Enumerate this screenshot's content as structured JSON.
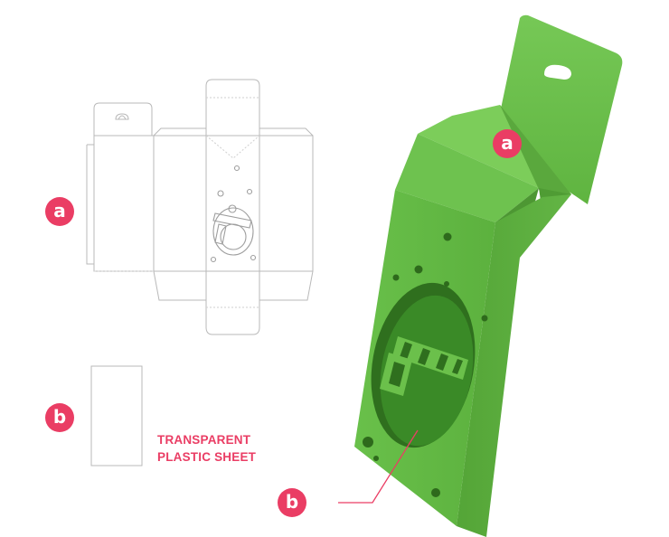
{
  "labels": {
    "a": "a",
    "b": "b"
  },
  "caption": {
    "line1": "TRANSPARENT",
    "line2": "PLASTIC SHEET"
  },
  "colors": {
    "badge": "#ea3d64",
    "caption": "#ea3d64",
    "box_green": "#6cc34c",
    "box_green_dark": "#4f9e35",
    "dieline": "#b9b9b9"
  },
  "icons": {
    "snowman_cutout": "snowman-icon",
    "hanger_hole": "hang-hole-icon"
  }
}
